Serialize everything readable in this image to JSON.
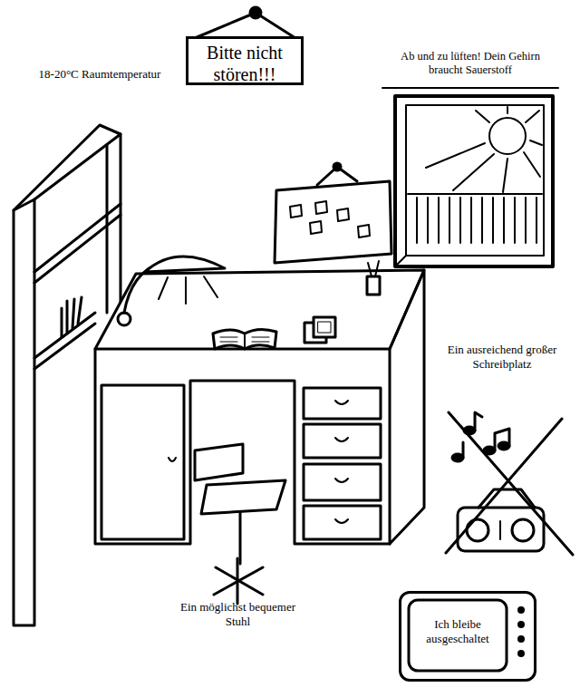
{
  "diagram": {
    "nodes": [
      {
        "text": [
          "Bitte nicht stören!!!"
        ]
      },
      {
        "text": [
          "Ich bleibe ausgeschaltet"
        ]
      }
    ],
    "labels": [
      "18-20°C Raumtemperatur",
      "Ab und zu lüften! Dein Gehirn braucht Sauerstoff",
      "Ein ausreichend großer Schreibplatz",
      "Ein möglichst bequemer Stuhl"
    ]
  }
}
